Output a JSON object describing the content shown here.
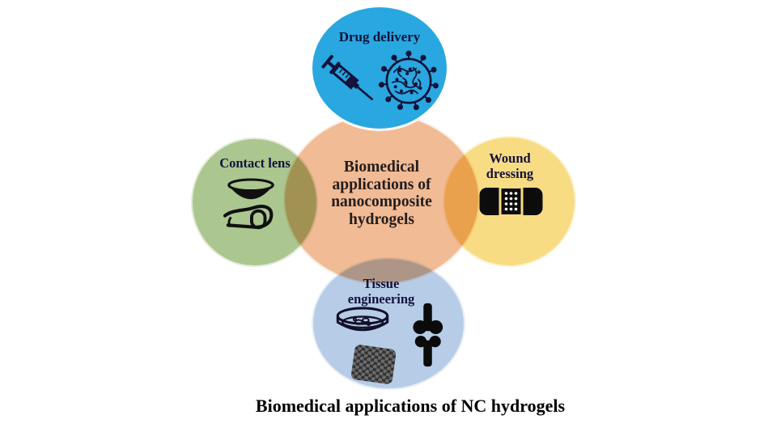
{
  "figure": {
    "caption": "Biomedical applications of NC hydrogels",
    "background_color": "#ffffff",
    "label_text_color": "#12123b",
    "center": {
      "label": "Biomedical applications of nanocomposite hydrogels",
      "lines": [
        "Biomedical",
        "applications of",
        "nanocomposite",
        "hydrogels"
      ],
      "fill_color": "#f1bb95"
    },
    "nodes": [
      {
        "id": "drug-delivery",
        "label": "Drug delivery",
        "fill_color": "#29a7e0",
        "position": "top",
        "icons": [
          "syringe-icon",
          "nanoparticle-network-icon"
        ]
      },
      {
        "id": "contact-lens",
        "label": "Contact lens",
        "fill_color": "#abc78f",
        "position": "left",
        "icons": [
          "contact-lens-on-finger-icon"
        ]
      },
      {
        "id": "wound-dressing",
        "label": "Wound dressing",
        "lines": [
          "Wound",
          "dressing"
        ],
        "fill_color": "#f8dc83",
        "position": "right",
        "icons": [
          "adhesive-bandage-icon"
        ]
      },
      {
        "id": "tissue-engineering",
        "label": "Tissue engineering",
        "lines": [
          "Tissue",
          "engineering"
        ],
        "fill_color": "#b7cde7",
        "position": "bottom",
        "icons": [
          "petri-dish-icon",
          "knee-joint-icon",
          "scaffold-icon"
        ]
      }
    ],
    "overlap_colors": {
      "contact_center": "#a49a55",
      "wound_center": "#edb24f",
      "tissue_center": "#a7a7ab"
    }
  }
}
